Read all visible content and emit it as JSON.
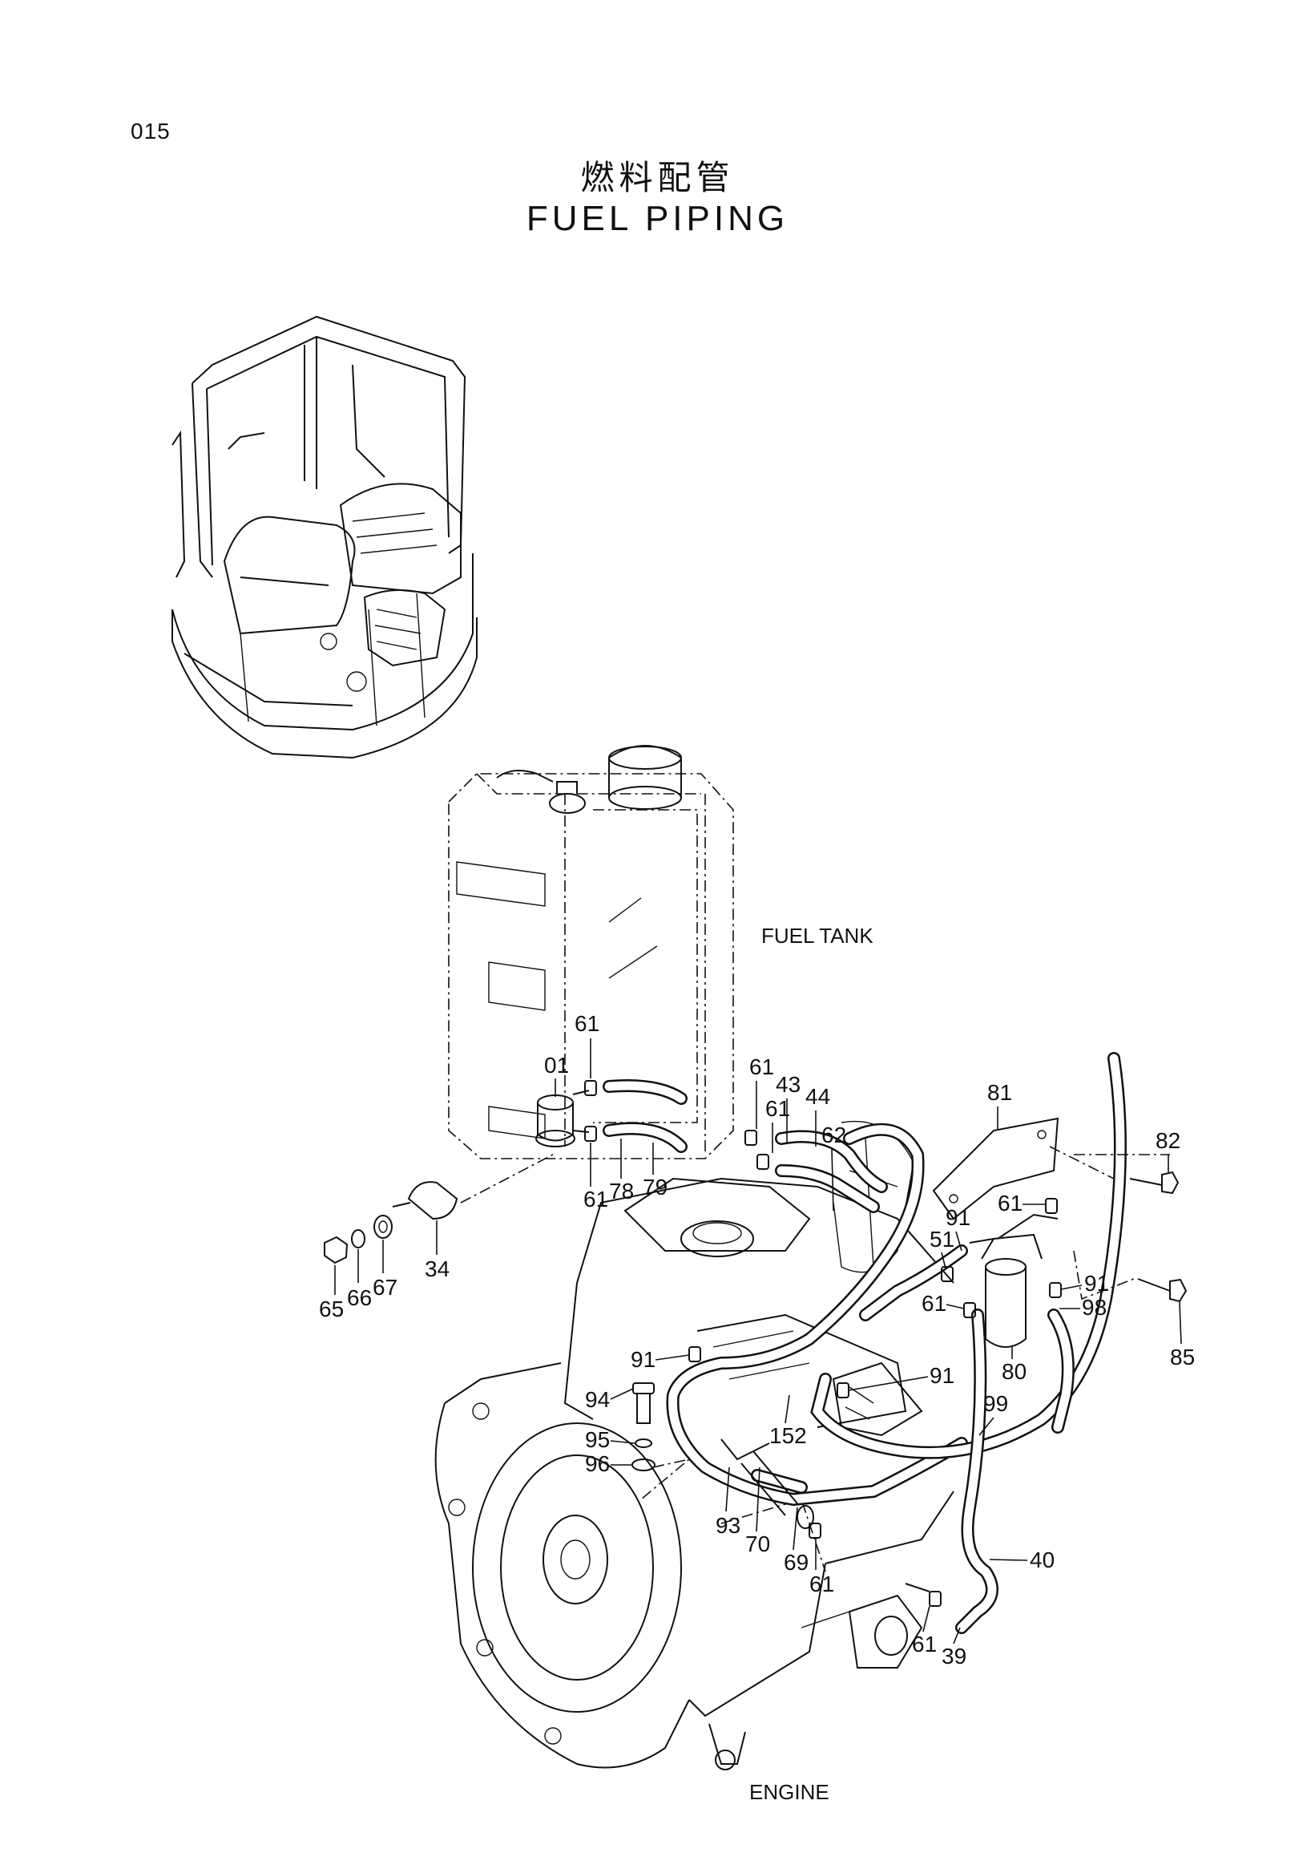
{
  "page": {
    "number": "015"
  },
  "title": {
    "japanese": "燃料配管",
    "english": "FUEL  PIPING"
  },
  "areas": {
    "fuel_tank": "FUEL TANK",
    "engine": "ENGINE"
  },
  "callouts": [
    "01",
    "61",
    "61",
    "78",
    "79",
    "61",
    "61",
    "43",
    "44",
    "62",
    "81",
    "82",
    "61",
    "91",
    "51",
    "91",
    "61",
    "98",
    "80",
    "85",
    "91",
    "91",
    "99",
    "152",
    "94",
    "95",
    "96",
    "93",
    "70",
    "69",
    "61",
    "40",
    "61",
    "39",
    "34",
    "65",
    "66",
    "67"
  ]
}
